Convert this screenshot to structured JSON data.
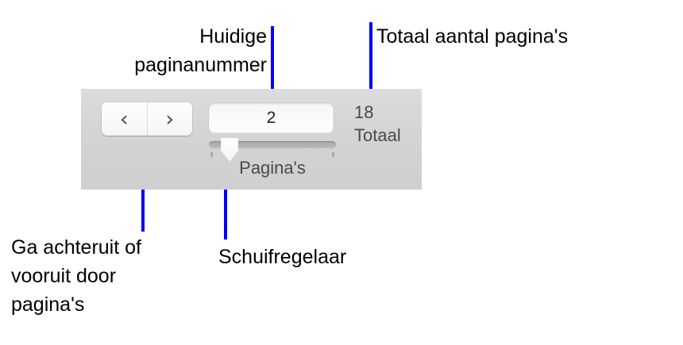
{
  "annotations": {
    "current_page": "Huidige\npaginanummer",
    "total_pages": "Totaal aantal pagina's",
    "nav_buttons": "Ga achteruit of\nvooruit door\npagina's",
    "slider": "Schuifregelaar"
  },
  "toolbar": {
    "back_button_glyph": "‹",
    "forward_button_glyph": "›",
    "current_page_value": "2",
    "current_page_placeholder": "2",
    "pages_caption": "Pagina's",
    "total_pages_count": "18",
    "total_pages_label": "Totaal",
    "slider": {
      "value": 2,
      "min": 1,
      "max": 18
    }
  },
  "colors": {
    "leader_line": "#0000ff",
    "annotation_text": "#000000",
    "panel_background": "#d4d4d6",
    "control_text": "#4a4a4a"
  }
}
